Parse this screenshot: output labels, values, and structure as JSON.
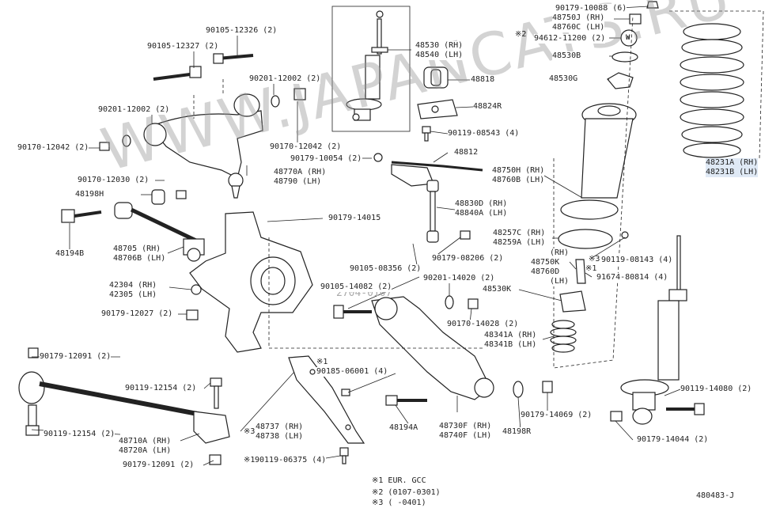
{
  "labels": [
    {
      "text": "90105-12326 (2)"
    },
    {
      "text": "90105-12327 (2)"
    },
    {
      "text": "90201-12002 (2)"
    },
    {
      "text": "90201-12002 (2)"
    },
    {
      "text": "90170-12042 (2)"
    },
    {
      "text": "90170-12042 (2)"
    },
    {
      "text": "90179-10054 (2)"
    },
    {
      "text": "48770A (RH)"
    },
    {
      "text": "48790 (LH)"
    },
    {
      "text": "90170-12030 (2)"
    },
    {
      "text": "48198H"
    },
    {
      "text": "90179-14015"
    },
    {
      "text": "48194B"
    },
    {
      "text": "48705 (RH)"
    },
    {
      "text": "48706B (LH)"
    },
    {
      "text": "42304 (RH)"
    },
    {
      "text": "42305 (LH)"
    },
    {
      "text": "90179-12027 (2)"
    },
    {
      "text": "90179-12091 (2)"
    },
    {
      "text": "90119-12154 (2)"
    },
    {
      "text": "90119-12154 (2)"
    },
    {
      "text": "48710A (RH)"
    },
    {
      "text": "48720A (LH)"
    },
    {
      "text": "90179-12091 (2)"
    },
    {
      "text": "48737 (RH)"
    },
    {
      "text": "48738 (LH)"
    },
    {
      "text": "90119-06375 (4)"
    },
    {
      "text": "90185-06001 (4)"
    },
    {
      "text": "48530 (RH)"
    },
    {
      "text": "48540 (LH)"
    },
    {
      "text": "48818"
    },
    {
      "text": "48824R"
    },
    {
      "text": "90119-08543 (4)"
    },
    {
      "text": "48812"
    },
    {
      "text": "48830D (RH)"
    },
    {
      "text": "48840A (LH)"
    },
    {
      "text": "90105-08356 (2)"
    },
    {
      "text": "90179-08206 (2)"
    },
    {
      "text": "90105-14082 (2)"
    },
    {
      "text": "90201-14020 (2)"
    },
    {
      "text": "90170-14028 (2)"
    },
    {
      "text": "48194A"
    },
    {
      "text": "48730F (RH)"
    },
    {
      "text": "48740F (LH)"
    },
    {
      "text": "48198R"
    },
    {
      "text": "90179-14069 (2)"
    },
    {
      "text": "90179-10088 (6)"
    },
    {
      "text": "48750J (RH)"
    },
    {
      "text": "48760C (LH)"
    },
    {
      "text": "94612-11200 (2)"
    },
    {
      "text": "48530B"
    },
    {
      "text": "48530G"
    },
    {
      "text": "48750H (RH)"
    },
    {
      "text": "48760B (LH)"
    },
    {
      "text": "48231A (RH)"
    },
    {
      "text": "48231B (LH)"
    },
    {
      "text": "48257C (RH)"
    },
    {
      "text": "48259A (LH)"
    },
    {
      "text": "(RH)"
    },
    {
      "text": "48750K"
    },
    {
      "text": "48760D"
    },
    {
      "text": "(LH)"
    },
    {
      "text": "90119-08143 (4)"
    },
    {
      "text": "91674-80814 (4)"
    },
    {
      "text": "48530K"
    },
    {
      "text": "48341A (RH)"
    },
    {
      "text": "48341B (LH)"
    },
    {
      "text": "90119-14080 (2)"
    },
    {
      "text": "90179-14044 (2)"
    }
  ],
  "notes": {
    "mark1_top": "※1",
    "mark2_top": "※2",
    "mark1_a": "※1",
    "mark3_a": "※3",
    "mark1_b": "※1",
    "legend1": "※1  EUR. GCC",
    "legend2": "※2  (0107-0301)",
    "legend3": "※3  (     -0401)",
    "diagram_code": "480483-J",
    "washer_letter": "W",
    "faded_date": "2704-0107"
  },
  "watermark": "WWW.JAPANCATS.RU",
  "colors": {
    "ink": "#222222",
    "label_highlight": "#dfe9f5",
    "watermark": "#969696"
  }
}
